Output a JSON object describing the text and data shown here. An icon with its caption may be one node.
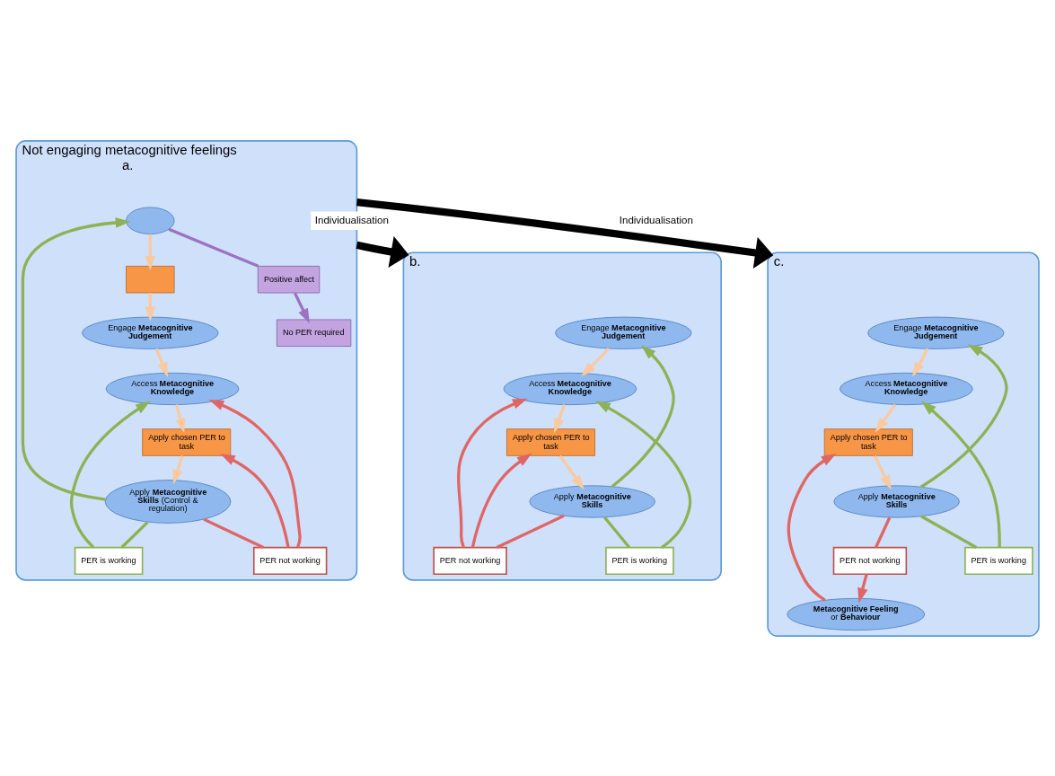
{
  "diagram": {
    "nodes": [
      {
        "text": [
          "Not engaging metacognitive feelings",
          "a."
        ]
      },
      {
        "text": [],
        "shape": "ellipse",
        "in": 0
      },
      {
        "text": [],
        "shape": "box",
        "in": 0
      },
      {
        "text": [
          "Positive affect"
        ],
        "in": 0
      },
      {
        "text": [
          "No PER required"
        ],
        "in": 0
      },
      {
        "text": [
          "Engage **Metacognitive Judgement**"
        ],
        "in": 0
      },
      {
        "text": [
          "Access **Metacognitive Knowledge**"
        ],
        "in": 0
      },
      {
        "text": [
          "Apply chosen PER to task"
        ],
        "in": 0
      },
      {
        "text": [
          "Apply **Metacognitive Skills** (Control & regulation)"
        ],
        "in": 0
      },
      {
        "text": [
          "PER is working"
        ],
        "in": 0
      },
      {
        "text": [
          "PER not working"
        ],
        "in": 0
      },
      {
        "text": [
          "b."
        ]
      },
      {
        "text": [
          "Engage **Metacognitive Judgement**"
        ],
        "in": 11
      },
      {
        "text": [
          "Access **Metacognitive Knowledge**"
        ],
        "in": 11
      },
      {
        "text": [
          "Apply chosen PER to task"
        ],
        "in": 11
      },
      {
        "text": [
          "Apply **Metacognitive Skills**"
        ],
        "in": 11
      },
      {
        "text": [
          "PER is working"
        ],
        "in": 11
      },
      {
        "text": [
          "PER not working"
        ],
        "in": 11
      },
      {
        "text": [
          "c."
        ]
      },
      {
        "text": [
          "Engage **Metacognitive Judgement**"
        ],
        "in": 18
      },
      {
        "text": [
          "Access **Metacognitive Knowledge**"
        ],
        "in": 18
      },
      {
        "text": [
          "**Metacognitive Feeling** or **Behaviour**"
        ],
        "in": 18
      },
      {
        "text": [
          "Apply chosen PER to task"
        ],
        "in": 18
      },
      {
        "text": [
          "Apply **Metacognitive Skills**"
        ],
        "in": 18
      },
      {
        "text": [
          "PER is working"
        ],
        "in": 18
      },
      {
        "text": [
          "PER not working"
        ],
        "in": 18
      }
    ],
    "edges": [
      {
        "from": 1,
        "to": 2,
        "arrow": "to"
      },
      {
        "from": 1,
        "to": 3,
        "arrow": "none",
        "color": "#9b73c0"
      },
      {
        "from": 3,
        "to": 4,
        "arrow": "to",
        "color": "#9b73c0"
      },
      {
        "from": 2,
        "to": 5,
        "arrow": "to"
      },
      {
        "from": 5,
        "to": 6,
        "arrow": "to"
      },
      {
        "from": 6,
        "to": 7,
        "arrow": "to"
      },
      {
        "from": 7,
        "to": 8,
        "arrow": "to"
      },
      {
        "from": 8,
        "to": 1,
        "arrow": "to",
        "color": "#8db255"
      },
      {
        "from": 8,
        "to": 9,
        "arrow": "none",
        "color": "#8db255"
      },
      {
        "from": 9,
        "to": 6,
        "arrow": "to",
        "color": "#8db255"
      },
      {
        "from": 8,
        "to": 10,
        "arrow": "none",
        "color": "#e06666"
      },
      {
        "from": 10,
        "to": 6,
        "arrow": "to",
        "color": "#e06666"
      },
      {
        "from": 10,
        "to": 7,
        "arrow": "to",
        "color": "#e06666"
      },
      {
        "from": 12,
        "to": 13,
        "arrow": "to"
      },
      {
        "from": 13,
        "to": 14,
        "arrow": "to"
      },
      {
        "from": 14,
        "to": 15,
        "arrow": "to"
      },
      {
        "from": 15,
        "to": 12,
        "arrow": "to",
        "color": "#8db255"
      },
      {
        "from": 15,
        "to": 16,
        "arrow": "none",
        "color": "#8db255"
      },
      {
        "from": 16,
        "to": 13,
        "arrow": "to",
        "color": "#8db255"
      },
      {
        "from": 15,
        "to": 17,
        "arrow": "none",
        "color": "#e06666"
      },
      {
        "from": 17,
        "to": 13,
        "arrow": "to",
        "color": "#e06666"
      },
      {
        "from": 17,
        "to": 14,
        "arrow": "to",
        "color": "#e06666"
      },
      {
        "from": 19,
        "to": 20,
        "arrow": "to"
      },
      {
        "from": 20,
        "to": 22,
        "arrow": "to"
      },
      {
        "from": 22,
        "to": 23,
        "arrow": "to"
      },
      {
        "from": 23,
        "to": 19,
        "arrow": "to",
        "color": "#8db255"
      },
      {
        "from": 23,
        "to": 24,
        "arrow": "none",
        "color": "#8db255"
      },
      {
        "from": 24,
        "to": 20,
        "arrow": "to",
        "color": "#8db255"
      },
      {
        "from": 23,
        "to": 25,
        "arrow": "none",
        "color": "#e06666"
      },
      {
        "from": 25,
        "to": 21,
        "arrow": "to",
        "color": "#e06666"
      },
      {
        "from": 21,
        "to": 22,
        "arrow": "to",
        "color": "#e06666"
      },
      {
        "from": 0,
        "to": 11,
        "arrow": "to",
        "label": "Individualisation",
        "style": "thick",
        "color": "#000000"
      },
      {
        "from": 0,
        "to": 18,
        "arrow": "to",
        "label": "Individualisation",
        "style": "thick",
        "color": "#000000"
      }
    ]
  }
}
